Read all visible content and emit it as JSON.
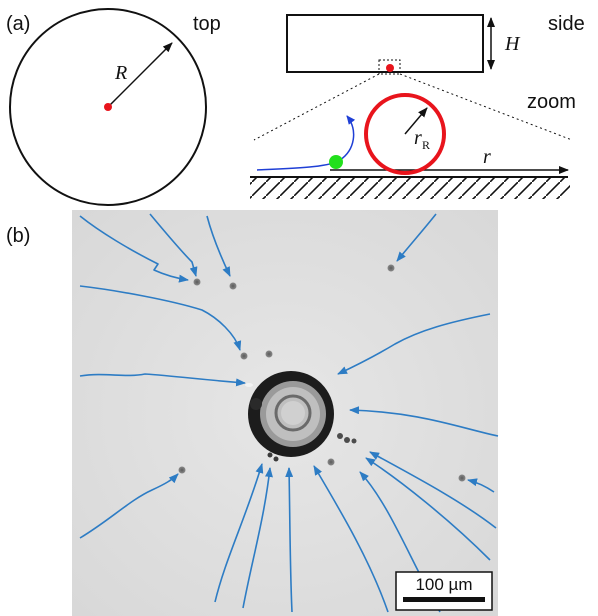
{
  "panel_a": {
    "label": "(a)",
    "top_view": {
      "caption": "top",
      "radius_symbol": "R"
    },
    "side_view": {
      "caption": "side",
      "height_symbol": "H"
    },
    "zoom_view": {
      "caption": "zoom",
      "r_symbol": "r",
      "rR_symbol": "r",
      "rR_subscript": "R"
    },
    "colors": {
      "source_dot": "#e8141c",
      "particle": "#22e01c",
      "trajectory": "#1f3fd6",
      "ring": "#e8141c"
    }
  },
  "panel_b": {
    "label": "(b)",
    "scale_bar": "100 µm",
    "colors": {
      "trajectory": "#2d7cc4",
      "background": "#dfdfdf",
      "ring": "#161616"
    }
  }
}
